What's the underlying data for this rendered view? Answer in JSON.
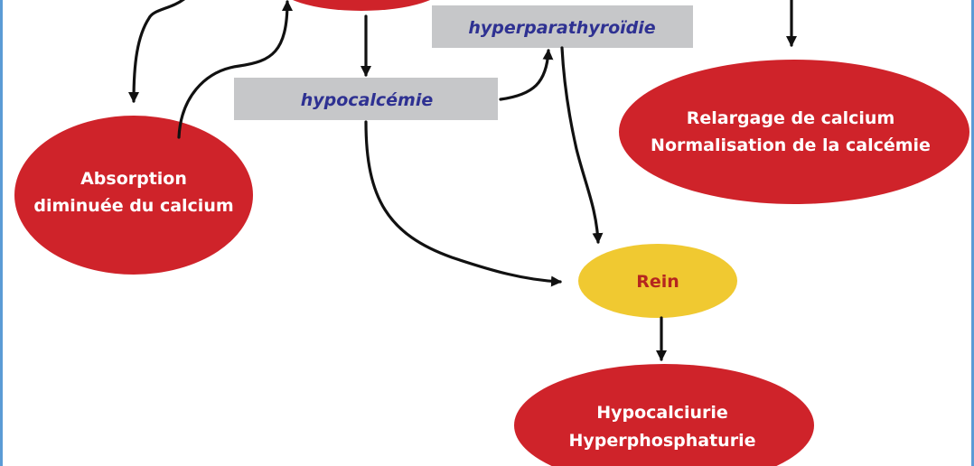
{
  "labels": {
    "hyperparathyroidie": "hyperparathyroïdie",
    "hypocalcemie": "hypocalcémie",
    "absorption_line1": "Absorption",
    "absorption_line2": "diminuée du calcium",
    "relargage_line1": "Relargage de calcium",
    "relargage_line2": "Normalisation de la calcémie",
    "rein": "Rein",
    "result_line1": "Hypocalciurie",
    "result_line2": "Hyperphosphaturie"
  },
  "colors": {
    "red_node": "#cf232a",
    "yellow_node": "#f0c931",
    "grey_box": "#c6c7c9",
    "box_text": "#2e3192",
    "rein_text": "#b5261f",
    "frame": "#5b9bd5",
    "arrow": "#111111"
  }
}
